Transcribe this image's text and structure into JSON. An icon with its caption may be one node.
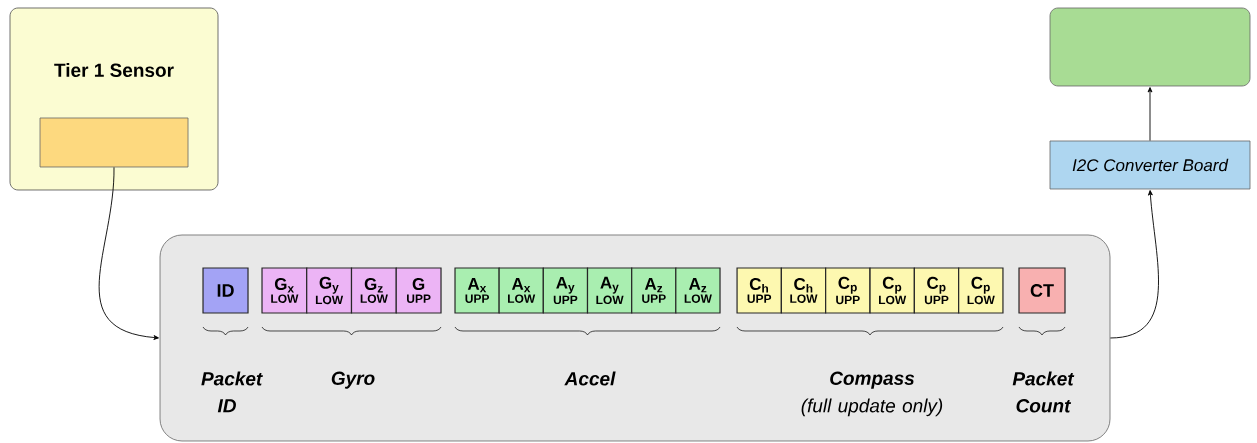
{
  "diagram": {
    "nodes": [
      {
        "text": [
          "Tier 1 Sensor"
        ]
      },
      {
        "text": [],
        "shape": "box",
        "in": 0
      },
      {
        "text": [],
        "shape": "box"
      },
      {
        "text": [
          "I2C Converter Board"
        ]
      },
      {
        "text": [],
        "shape": "box"
      },
      {
        "text": [
          "ID"
        ],
        "in": 4
      },
      {
        "text": [
          "G$_{x}$",
          "LOW"
        ],
        "in": 4
      },
      {
        "text": [
          "G$_{y}$",
          "LOW"
        ],
        "in": 4
      },
      {
        "text": [
          "G$_{z}$",
          "LOW"
        ],
        "in": 4
      },
      {
        "text": [
          "G",
          "UPP"
        ],
        "in": 4
      },
      {
        "text": [
          "A$_{x}$",
          "UPP"
        ],
        "in": 4
      },
      {
        "text": [
          "A$_{x}$",
          "LOW"
        ],
        "in": 4
      },
      {
        "text": [
          "A$_{y}$",
          "UPP"
        ],
        "in": 4
      },
      {
        "text": [
          "A$_{y}$",
          "LOW"
        ],
        "in": 4
      },
      {
        "text": [
          "A$_{z}$",
          "UPP"
        ],
        "in": 4
      },
      {
        "text": [
          "A$_{z}$",
          "LOW"
        ],
        "in": 4
      },
      {
        "text": [
          "C$_{h}$",
          "UPP"
        ],
        "in": 4
      },
      {
        "text": [
          "C$_{h}$",
          "LOW"
        ],
        "in": 4
      },
      {
        "text": [
          "C$_{p}$",
          "UPP"
        ],
        "in": 4
      },
      {
        "text": [
          "C$_{p}$",
          "LOW"
        ],
        "in": 4
      },
      {
        "text": [
          "C$_{p}$",
          "UPP"
        ],
        "in": 4
      },
      {
        "text": [
          "C$_{p}$",
          "LOW"
        ],
        "in": 4
      },
      {
        "text": [
          "CT"
        ],
        "in": 4
      }
    ],
    "edges": [
      {
        "from": 1,
        "to": 4,
        "arrow": "to"
      },
      {
        "from": 4,
        "to": 3,
        "arrow": "to"
      },
      {
        "from": 3,
        "to": 2,
        "arrow": "to"
      }
    ],
    "labels": [
      "Packet ID",
      "Gyro",
      "Accel",
      "Compass",
      "(full update only)",
      "Packet Count"
    ]
  }
}
